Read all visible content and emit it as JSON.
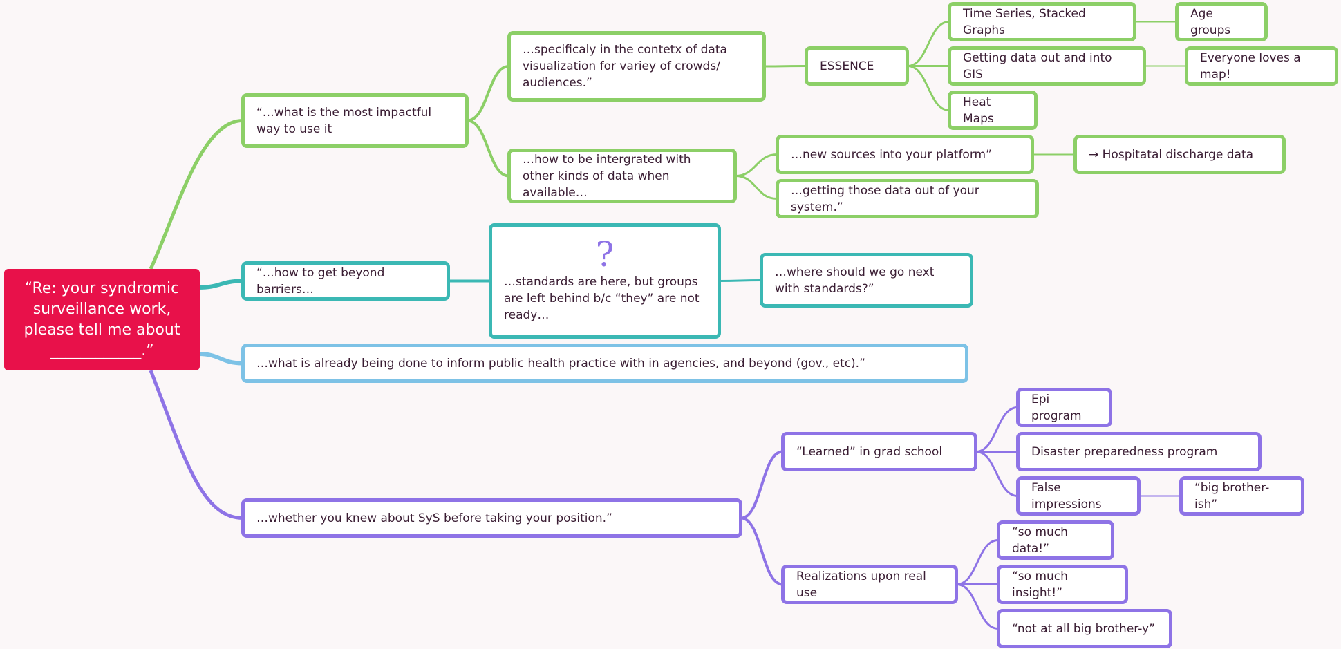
{
  "colors": {
    "root": "#e8114a",
    "green": "#8ccf67",
    "teal": "#3bb8b4",
    "blue": "#7dc2e6",
    "purple": "#8e73e6",
    "background": "#fbf7f8"
  },
  "nodes": {
    "root": "“Re: your syndromic surveillance work, please tell me about ____________.”",
    "impactful": "“…what is the most impactful way to use it",
    "specifically": "…specificaly in the contetx of data visualization for variey of crowds/ audiences.”",
    "essence": "ESSENCE",
    "time_series": "Time Series, Stacked Graphs",
    "age_groups": "Age groups",
    "gis": "Getting data out and into GIS",
    "map": "Everyone loves a map!",
    "heat_maps": "Heat Maps",
    "integrated": "…how to be intergrated with other kinds of data when available…",
    "new_sources": "…new sources into your platform”",
    "hospital": "→ Hospitatal  discharge data",
    "getting_out": "…getting those data out of your system.”",
    "barriers": "“…how to get beyond barriers…",
    "standards": "…standards are here, but groups are left behind b/c “they” are not ready…",
    "standards_icon": "question-mark-icon",
    "where_next": "…where should we go next with standards?”",
    "already_done": "…what is already being done to inform public health practice with in agencies, and beyond (gov., etc).”",
    "whether": "…whether you knew about SyS before taking your position.”",
    "learned": "“Learned” in grad school",
    "epi": "Epi program",
    "disaster": "Disaster preparedness program",
    "false_impressions": "False impressions",
    "big_brother": "“big brother-ish”",
    "realizations": "Realizations upon real use",
    "so_much_data": "“so much data!”",
    "so_much_insight": "“so much insight!”",
    "not_big_brother": "“not at all big brother-y”"
  }
}
